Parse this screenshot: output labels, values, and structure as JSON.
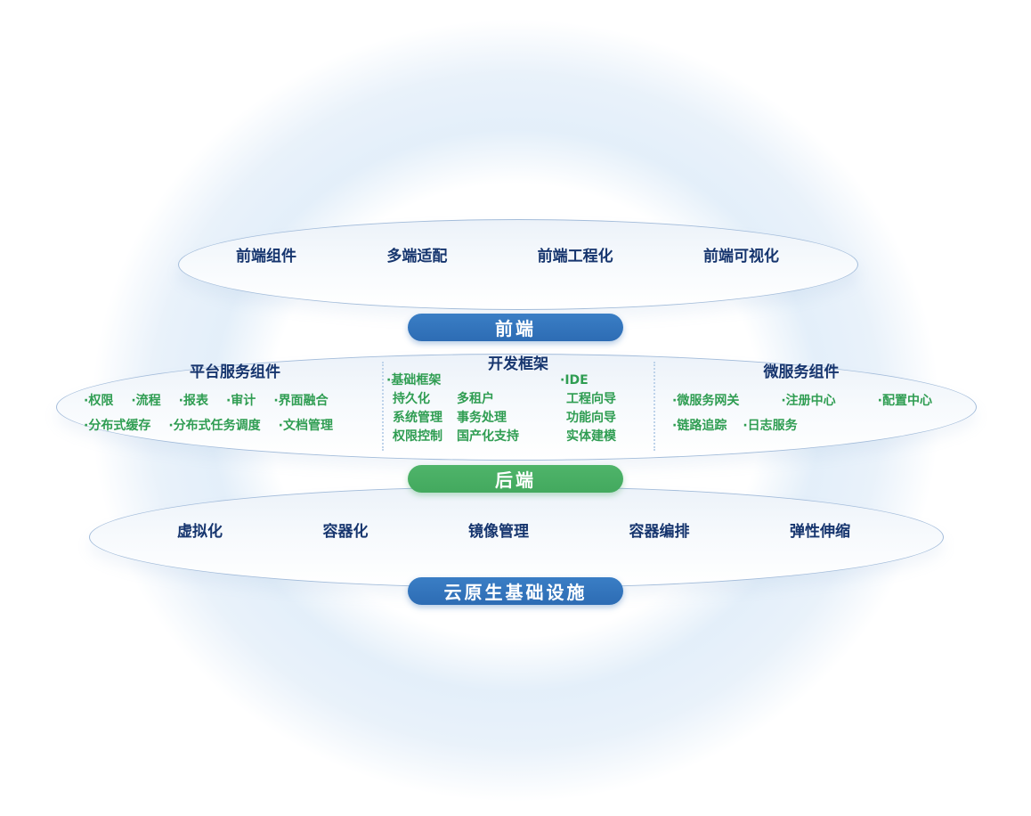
{
  "colors": {
    "blue_badge": "#2d6cb4",
    "green_badge": "#43a95e",
    "navy_text": "#16356e",
    "green_text": "#2f9d52",
    "ellipse_border": "#a3bcda",
    "ring": "#e8f1fa"
  },
  "frontend": {
    "badge": "前端",
    "items": [
      "前端组件",
      "多端适配",
      "前端工程化",
      "前端可视化"
    ]
  },
  "backend": {
    "badge": "后端",
    "platform": {
      "title": "平台服务组件",
      "row1": [
        "·权限",
        "·流程",
        "·报表",
        "·审计",
        "·界面融合"
      ],
      "row2": [
        "·分布式缓存",
        "·分布式任务调度",
        "·文档管理"
      ]
    },
    "framework": {
      "title": "开发框架",
      "lead_left": "·基础框架",
      "lead_right": "·IDE",
      "rows": [
        [
          "持久化",
          "多租户",
          "工程向导"
        ],
        [
          "系统管理",
          "事务处理",
          "功能向导"
        ],
        [
          "权限控制",
          "国产化支持",
          "实体建模"
        ]
      ]
    },
    "microservice": {
      "title": "微服务组件",
      "row1": [
        "·微服务网关",
        "·注册中心",
        "·配置中心"
      ],
      "row2": [
        "·链路追踪",
        "·日志服务"
      ]
    }
  },
  "cloud": {
    "badge": "云原生基础设施",
    "items": [
      "虚拟化",
      "容器化",
      "镜像管理",
      "容器编排",
      "弹性伸缩"
    ]
  }
}
